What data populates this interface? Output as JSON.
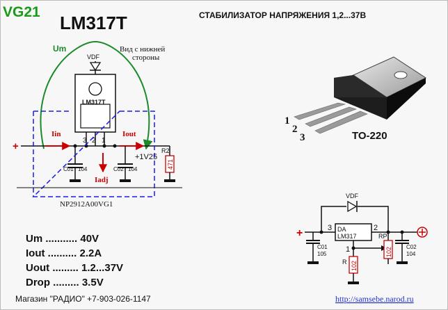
{
  "header": {
    "badge": "VG21",
    "part": "LM317T",
    "title": "СТАБИЛИЗАТОР НАПРЯЖЕНИЯ 1,2...37В"
  },
  "left_schematic": {
    "um_label": "Um",
    "vdf_label": "VDF",
    "bottom_view_line1": "Вид с нижней",
    "bottom_view_line2": "стороны",
    "chip_label": "LM317T",
    "pins": [
      "3",
      "2",
      "1"
    ],
    "iin_label": "Iin",
    "iout_label": "Iout",
    "iadj_label": "Iadj",
    "vout_label": "+1V25",
    "plus_sign": "+",
    "c1_label": "C01",
    "c1_value": "104",
    "c2_label": "C02",
    "c2_value": "104",
    "r2_label": "R2",
    "r2_value": "471",
    "module_code": "NP2912A00VG1"
  },
  "package": {
    "pin_numbers": [
      "1",
      "2",
      "3"
    ],
    "name": "TO-220"
  },
  "specs": [
    {
      "label": "Um ........... 40V"
    },
    {
      "label": "Iout .......... 2.2A"
    },
    {
      "label": "Uout ......... 1.2...37V"
    },
    {
      "label": "Drop ......... 3.5V"
    }
  ],
  "right_schematic": {
    "vdf_label": "VDF",
    "da_label": "DA",
    "chip_label": "LM317",
    "pin3": "3",
    "pin2": "2",
    "pin1": "1",
    "rp_label": "RP",
    "rp_value": "102",
    "r_label": "R",
    "r_value": "102",
    "c01_label": "C01",
    "c01_value": "105",
    "c02_label": "C02",
    "c02_value": "104",
    "plus": "+"
  },
  "footer": {
    "shop": "Магазин \"РАДИО\" +7-903-026-1147",
    "url": "http://samsebe.narod.ru"
  },
  "colors": {
    "title_green": "#1a9a1a",
    "arc_green": "#1a8a2a",
    "arrow_red": "#cc0000",
    "dashed_blue": "#1a1aee",
    "ink": "#111111"
  }
}
